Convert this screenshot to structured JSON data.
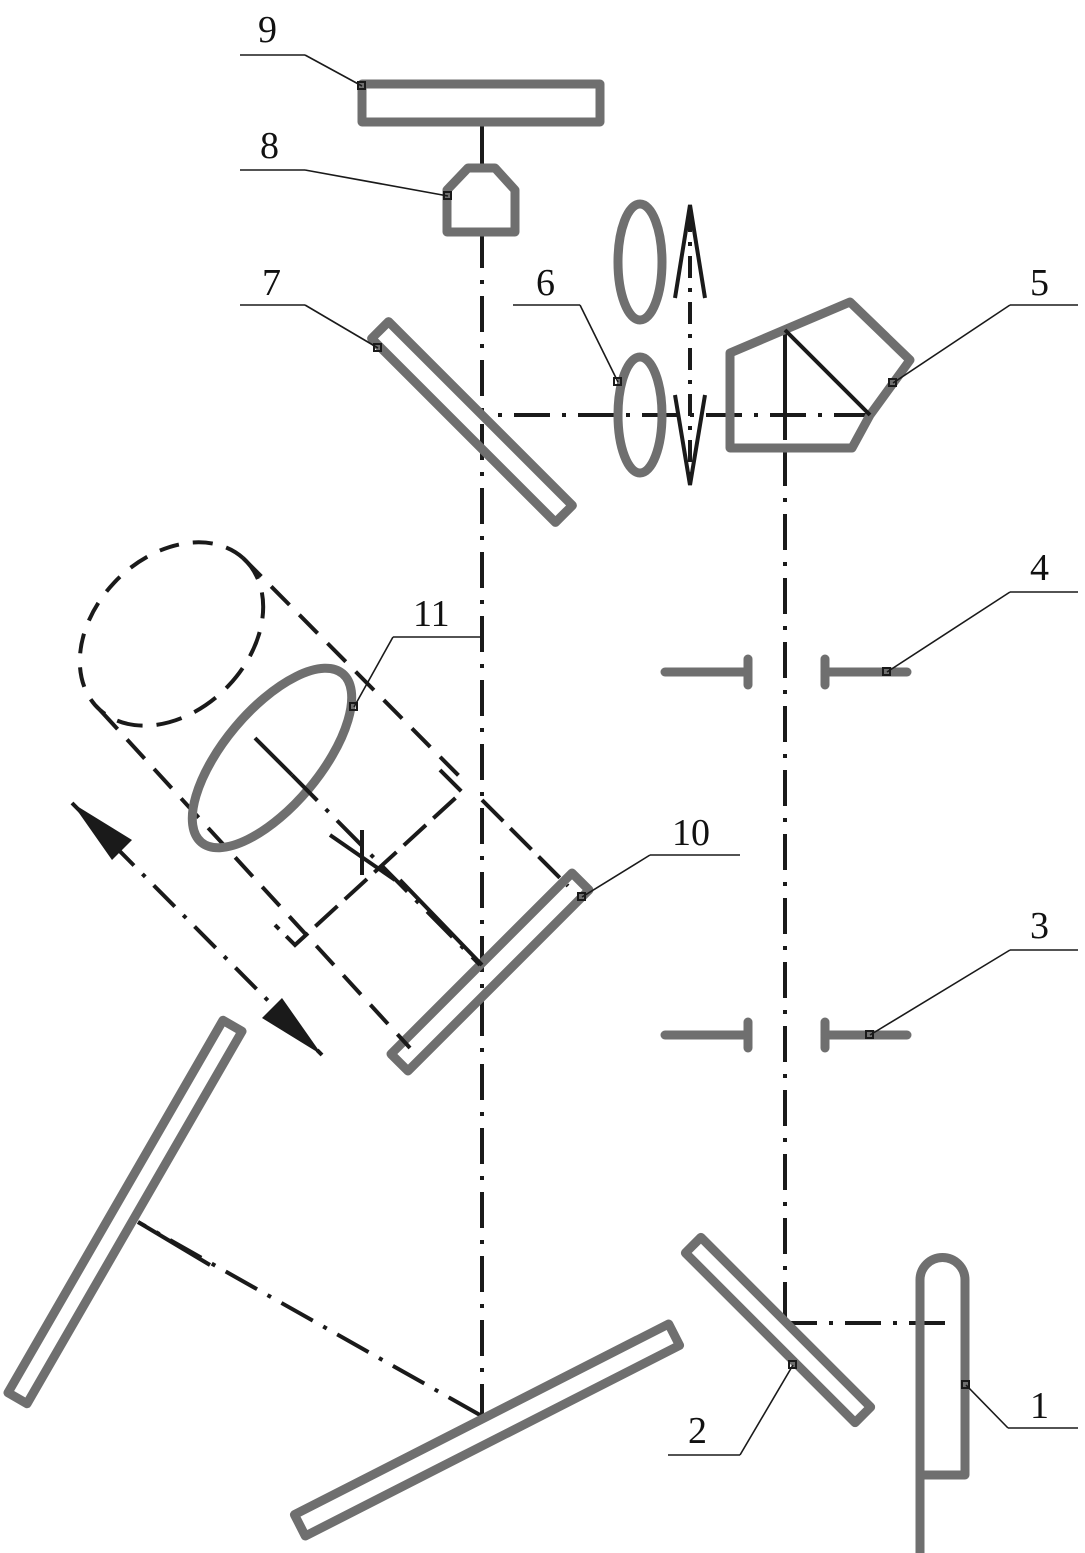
{
  "labels": {
    "l1": "1",
    "l2": "2",
    "l3": "3",
    "l4": "4",
    "l5": "5",
    "l6": "6",
    "l7": "7",
    "l8": "8",
    "l9": "9",
    "l10": "10",
    "l11": "11"
  },
  "colors": {
    "component": "#6f6f6f",
    "beam": "#1a1a1a",
    "background": "#ffffff"
  }
}
